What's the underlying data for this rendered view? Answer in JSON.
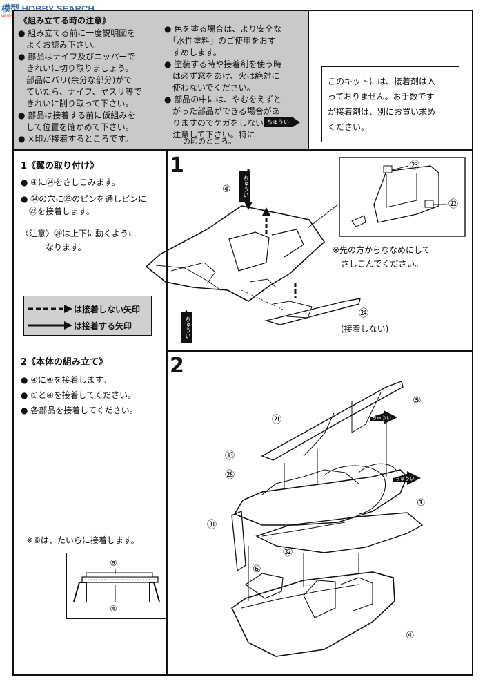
{
  "watermark": {
    "logo": "模型 HOBBY SEARCH",
    "url": "www.hobbysearch.jp"
  },
  "precautions": {
    "title": "《組み立てる時の注意》",
    "items": [
      "● 組み立てる前に一度説明図を",
      "　よくお読み下さい。",
      "● 部品はナイフ及びニッパーで",
      "　きれいに切り取りましょう。",
      "　部品にバリ(余分な部分)がで",
      "　ていたら、ナイフ、ヤスリ等で",
      "　きれいに削り取って下さい。",
      "● 部品は接着する前に仮組みを",
      "　して位置を確かめて下さい。",
      "● ×印が接着するところです。"
    ],
    "items_right": [
      "● 色を塗る場合は、より安全な",
      "　「水性塗料」のご使用をおす",
      "　すめします。",
      "● 塗装する時や接着剤を使う時",
      "　は必ず窓をあけ、火は絶対に",
      "　使わないでください。",
      "● 部品の中には、やむをえずと",
      "　がった部品ができる場合があ",
      "　りますのでケガをしない様、",
      "　注意して下さい。特に",
      "　の印のところ。"
    ],
    "caution_tag": "ちゅうい"
  },
  "notice": {
    "lines": [
      "このキットには、接着剤は入",
      "っておりません。お手数です",
      "が接着剤は、別にお買い求め",
      "ください。"
    ]
  },
  "step1": {
    "number": "1",
    "title": "1《翼の取り付け》",
    "items": [
      "● ④に㉔をさしこみます。",
      "● ㉔の穴に㉓のピンを通しピンに",
      "　㉒を接着します。"
    ],
    "note": [
      "〈注意〉㉔は上下に動くように",
      "　　　なります。"
    ],
    "detail_note": [
      "※先の方からななめにして",
      "　さしこんでください。"
    ],
    "part_labels": [
      "④",
      "㉓",
      "㉒",
      "㉔"
    ],
    "no_glue": "(接着しない)"
  },
  "legend": {
    "dashed": "は接着しない矢印",
    "solid": "は接着する矢印"
  },
  "step2": {
    "number": "2",
    "title": "2《本体の組み立て》",
    "items": [
      "● ④に⑥を接着します。",
      "● ①と④を接着してください。",
      "● 各部品を接着してください。"
    ],
    "note": "※⑥は、たいらに接着します。",
    "part_labels": [
      "⑤",
      "㉑",
      "㉝",
      "㉘",
      "①",
      "㉛",
      "㉜",
      "⑥",
      "④"
    ],
    "inset_labels": [
      "⑥",
      "④"
    ]
  }
}
